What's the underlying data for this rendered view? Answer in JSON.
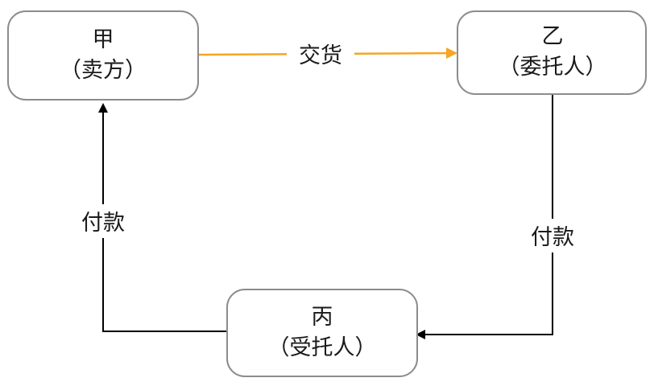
{
  "nodes": {
    "jia": {
      "name": "甲",
      "role": "（卖方）"
    },
    "yi": {
      "name": "乙",
      "role": "（委托人）"
    },
    "bing": {
      "name": "丙",
      "role": "（受托人）"
    }
  },
  "edges": {
    "delivery": {
      "label": "交货",
      "color": "#f5a623"
    },
    "payment_yi_to_bing": {
      "label": "付款",
      "color": "#000000"
    },
    "payment_bing_to_jia": {
      "label": "付款",
      "color": "#000000"
    }
  }
}
